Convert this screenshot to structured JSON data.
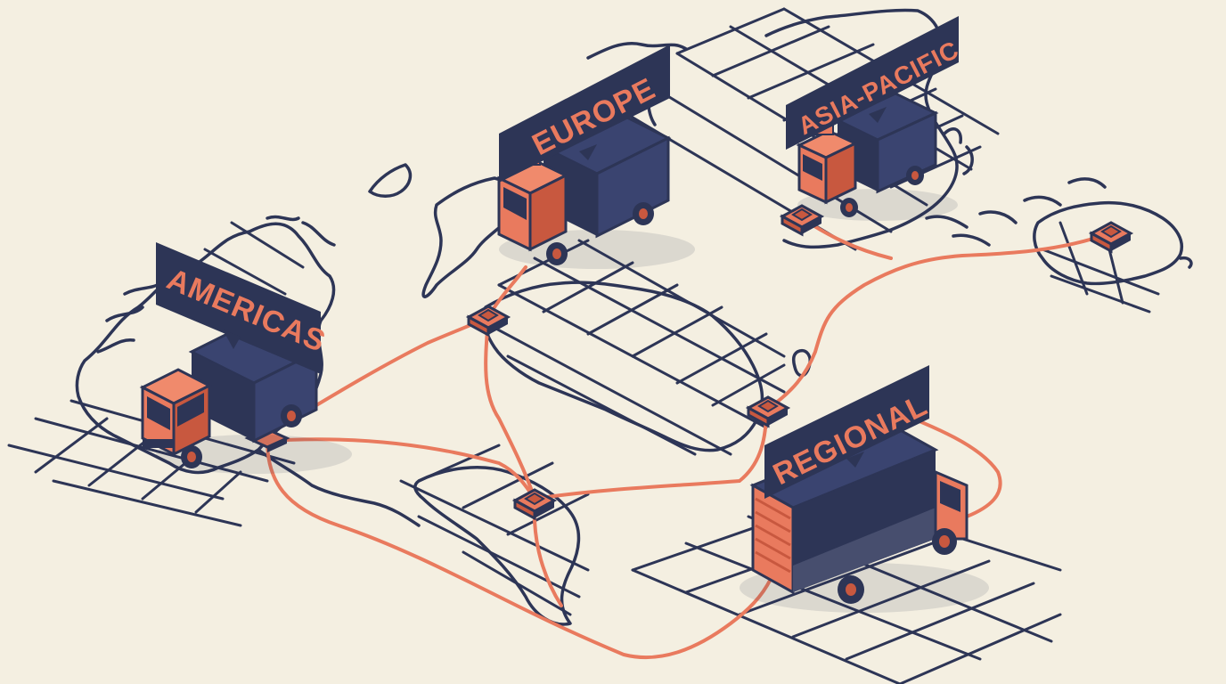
{
  "colors": {
    "background": "#f4efe1",
    "navy": "#2d3556",
    "coral": "#e97a5e",
    "coral_dark": "#c8583f",
    "route": "#e97a5e",
    "sign_text": "#e97a5e"
  },
  "regions": [
    {
      "id": "americas",
      "label": "AMERICAS"
    },
    {
      "id": "europe",
      "label": "EUROPE"
    },
    {
      "id": "asia-pacific",
      "label": "ASIA-PACIFIC"
    },
    {
      "id": "regional",
      "label": "REGIONAL"
    }
  ],
  "icons": [
    "delivery-truck-icon",
    "route-hub-icon",
    "world-map-outline"
  ]
}
